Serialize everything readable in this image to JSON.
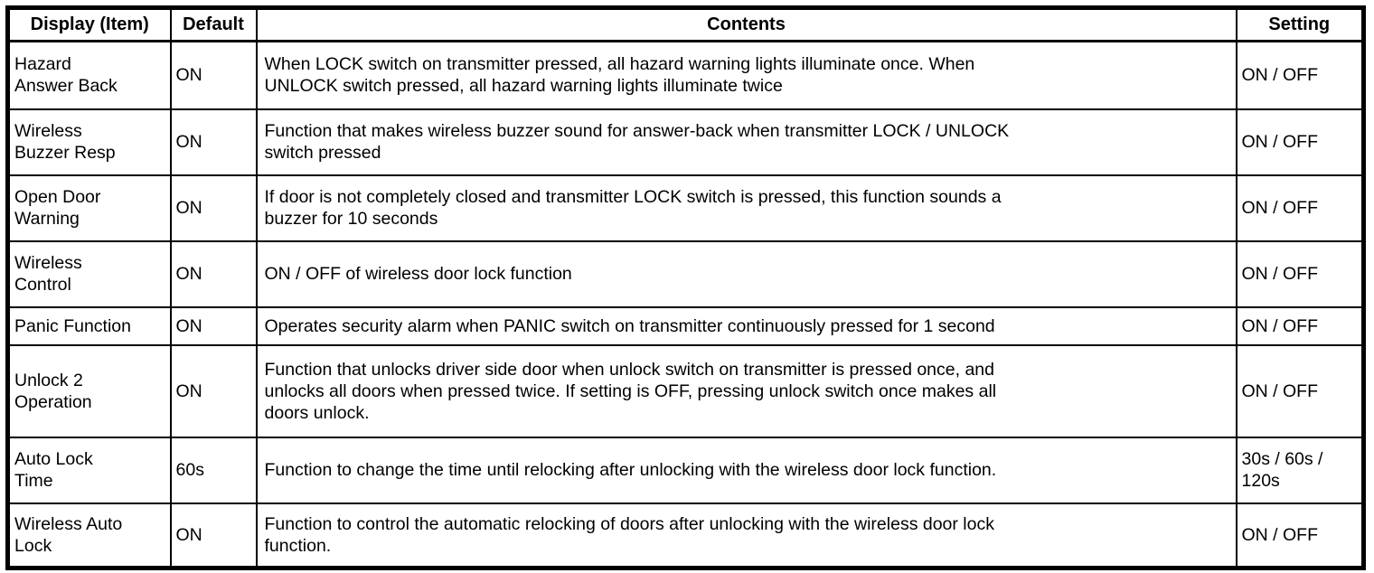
{
  "colors": {
    "border": "#000000",
    "background": "#ffffff",
    "text": "#000000"
  },
  "table": {
    "headers": {
      "item": "Display (Item)",
      "default": "Default",
      "contents": "Contents",
      "setting": "Setting"
    },
    "rows": [
      {
        "item": "Hazard\nAnswer Back",
        "default": "ON",
        "contents": "When LOCK switch on transmitter pressed, all hazard warning lights illuminate once. When\nUNLOCK switch pressed, all hazard warning lights illuminate twice",
        "setting": "ON / OFF"
      },
      {
        "item": "Wireless\nBuzzer Resp",
        "default": "ON",
        "contents": "Function that makes wireless buzzer sound for answer-back when transmitter LOCK / UNLOCK\nswitch pressed",
        "setting": "ON / OFF"
      },
      {
        "item": "Open Door\nWarning",
        "default": "ON",
        "contents": "If door is not completely closed and transmitter LOCK switch is pressed, this function sounds a\nbuzzer for 10 seconds",
        "setting": "ON / OFF"
      },
      {
        "item": "Wireless\nControl",
        "default": "ON",
        "contents": "ON / OFF of wireless door lock function",
        "setting": "ON / OFF"
      },
      {
        "item": "Panic Function",
        "default": "ON",
        "contents": "Operates security alarm when PANIC switch on transmitter continuously pressed for 1 second",
        "setting": "ON / OFF"
      },
      {
        "item": "Unlock 2\nOperation",
        "default": "ON",
        "contents": "Function that unlocks driver side door when unlock switch on transmitter is pressed once, and\nunlocks all doors when pressed twice. If setting is OFF, pressing unlock switch once makes all\ndoors unlock.",
        "setting": "ON / OFF"
      },
      {
        "item": "Auto Lock\nTime",
        "default": "60s",
        "contents": "Function to change the time until relocking after unlocking with the wireless door lock function.",
        "setting": "30s / 60s /\n120s"
      },
      {
        "item": "Wireless Auto\nLock",
        "default": "ON",
        "contents": "Function to control the automatic relocking of doors after unlocking with the wireless door lock\nfunction.",
        "setting": "ON / OFF"
      }
    ]
  }
}
